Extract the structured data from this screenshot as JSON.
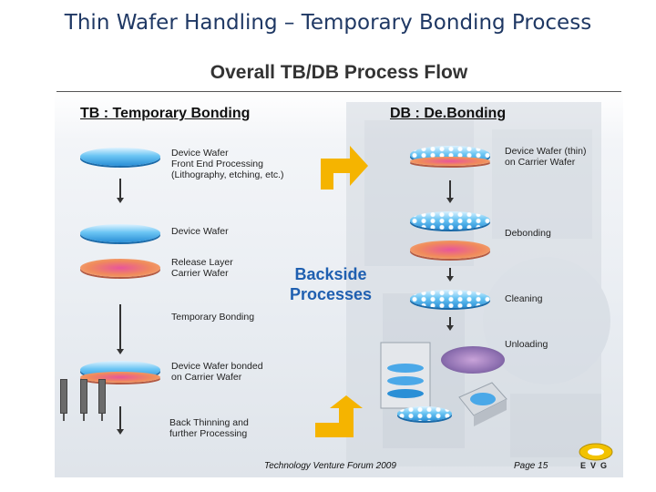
{
  "slide": {
    "title": "Thin Wafer Handling – Temporary Bonding Process"
  },
  "diagram": {
    "title": "Overall TB/DB Process Flow",
    "tb_heading": "TB : Temporary Bonding",
    "db_heading": "DB : De.Bonding",
    "backside_line1": "Backside",
    "backside_line2": "Processes",
    "tb_steps": [
      {
        "line1": "Device Wafer",
        "line2": "Front End Processing",
        "line3": "(Lithography, etching, etc.)"
      },
      {
        "line1": "Device Wafer"
      },
      {
        "line1": "Release Layer",
        "line2": "Carrier Wafer"
      },
      {
        "line1": "Temporary Bonding"
      },
      {
        "line1": "Device Wafer bonded",
        "line2": "on Carrier Wafer"
      },
      {
        "line1": "Back Thinning and",
        "line2": "further Processing"
      }
    ],
    "db_steps": [
      {
        "line1": "Device Wafer (thin)",
        "line2": "on Carrier Wafer"
      },
      {
        "line1": "Debonding"
      },
      {
        "line1": "Cleaning"
      },
      {
        "line1": "Unloading"
      }
    ],
    "footer_forum": "Technology Venture Forum 2009",
    "footer_page": "Page 15",
    "logo_text": "EVG",
    "colors": {
      "device_wafer": "#4aa8e8",
      "carrier_wafer": "#e8559b",
      "flow_arrow": "#f5b400",
      "backside_text": "#1f5fb0",
      "title_text": "#1f3864"
    }
  }
}
